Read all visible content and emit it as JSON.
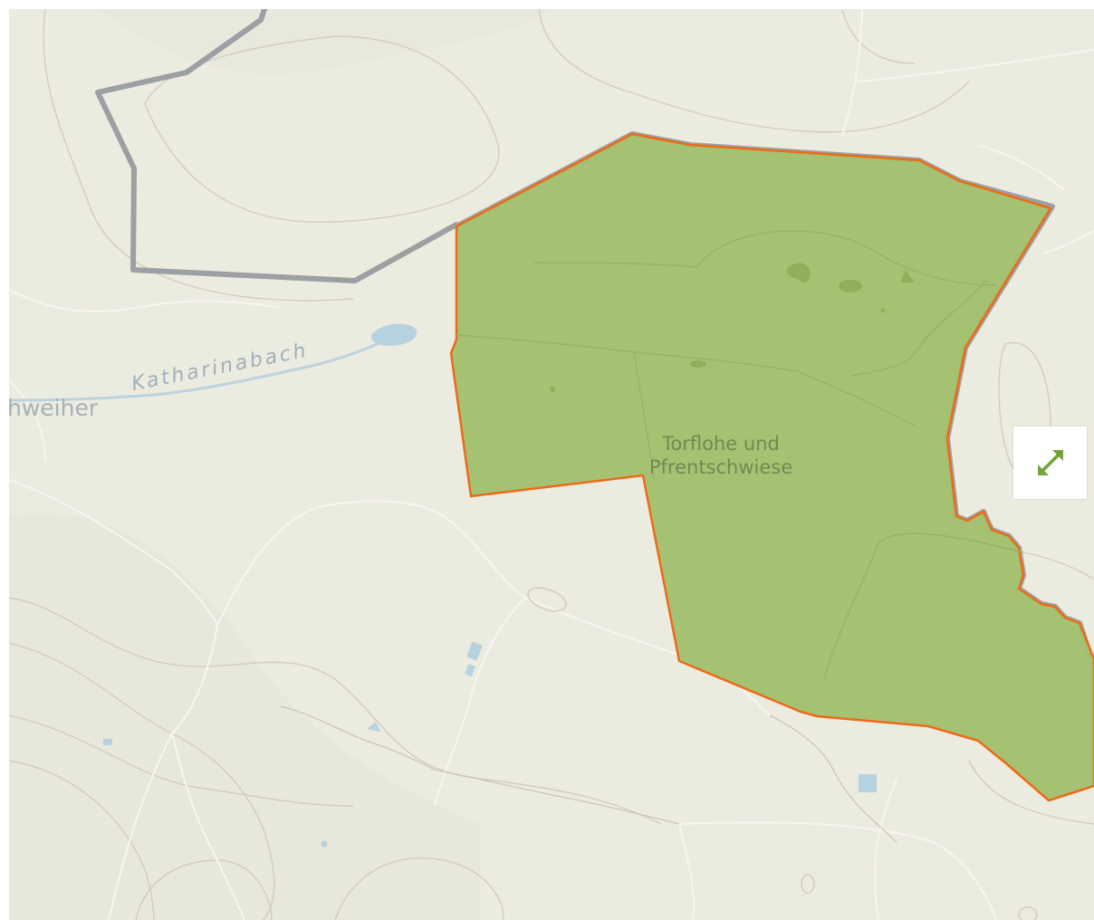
{
  "map": {
    "area_label_line1": "Torflohe und",
    "area_label_line2": "Pfrentschwiese",
    "stream_label": "Katharinabach",
    "pond_label": "hweiher"
  },
  "controls": {
    "fullscreen_icon": "expand-arrows-icon"
  },
  "colors": {
    "land": "#ecebe0",
    "protected_area_fill": "#a2c070",
    "protected_area_border": "#ee6a17",
    "boundary_line": "#9ca0a3",
    "water": "#b7d2df",
    "control_accent": "#72a43a"
  }
}
